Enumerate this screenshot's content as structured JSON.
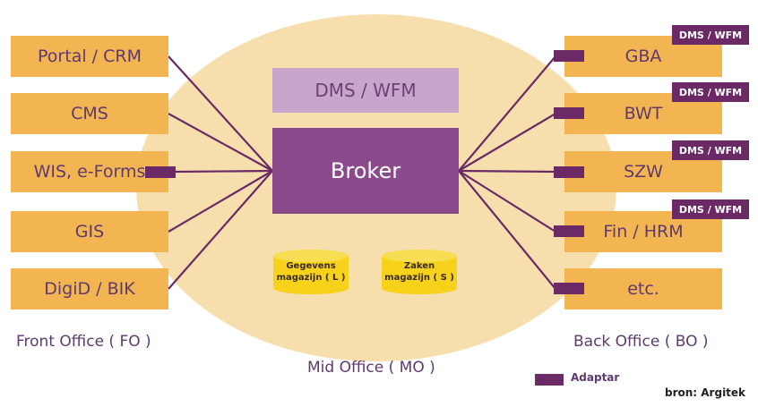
{
  "front_office": {
    "title": "Front Office ( FO )",
    "items": [
      "Portal / CRM",
      "CMS",
      "WIS, e-Forms",
      "GIS",
      "DigiD / BIK"
    ]
  },
  "mid_office": {
    "title": "Mid Office ( MO )",
    "dms_wfm": "DMS / WFM",
    "broker": "Broker",
    "stores": [
      {
        "line1": "Gegevens",
        "line2": "magazijn ( L )"
      },
      {
        "line1": "Zaken",
        "line2": "magazijn ( S )"
      }
    ]
  },
  "back_office": {
    "title": "Back Office ( BO )",
    "items": [
      "GBA",
      "BWT",
      "SZW",
      "Fin / HRM",
      "etc."
    ],
    "badge": "DMS / WFM"
  },
  "legend": {
    "adapter": "Adaptar"
  },
  "source": "bron: Argitek",
  "colors": {
    "box": "#f2b552",
    "ellipse": "#f6dfad",
    "purple_dark": "#6b2a66",
    "broker": "#8a4a8b",
    "dms_mid": "#c8a6cb",
    "line": "#6b2a66",
    "cylinder": "#f6d21a"
  }
}
